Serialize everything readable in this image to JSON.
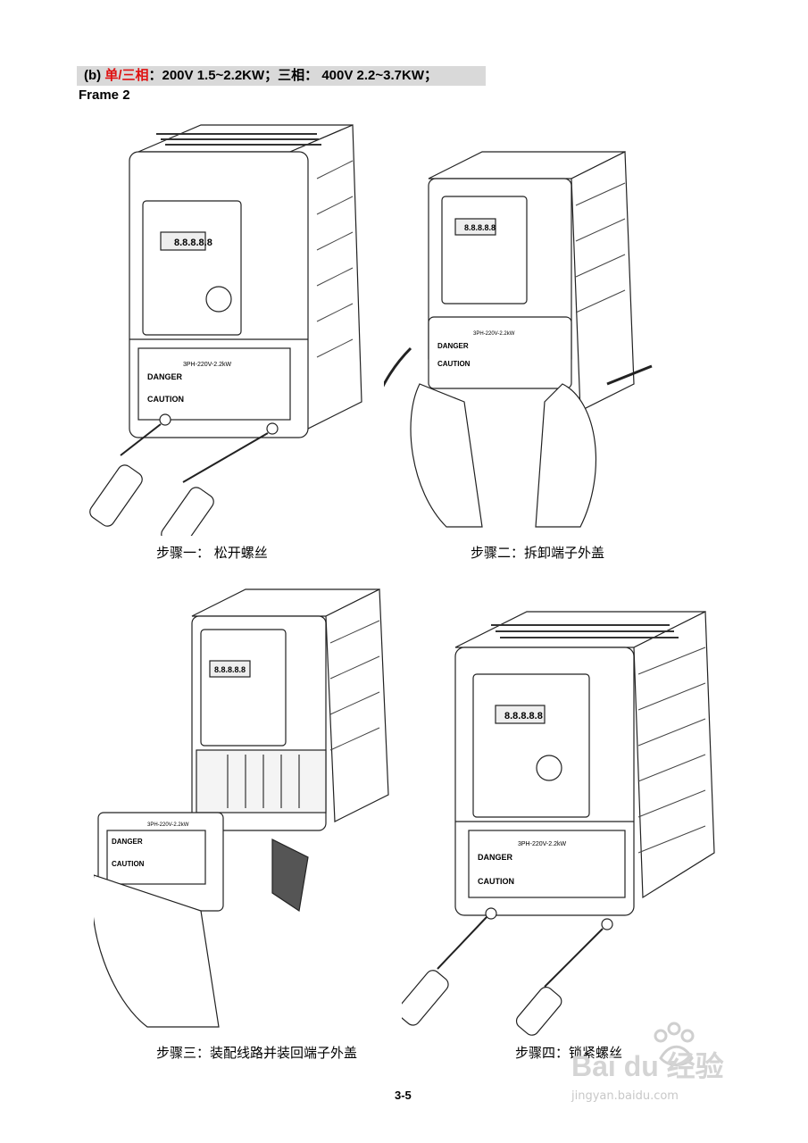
{
  "heading": {
    "prefix": "(b) ",
    "phase_red": "单/三相",
    "rest": "：200V 1.5~2.2KW；三相：  400V 2.2~3.7KW；"
  },
  "frame_label": "Frame 2",
  "figures": [
    {
      "caption": "步骤一：  松开螺丝",
      "model_label": "3PH-220V-2.2kW"
    },
    {
      "caption": "步骤二：拆卸端子外盖",
      "model_label": "3PH-220V-2.2kW"
    },
    {
      "caption": "步骤三：装配线路并装回端子外盖",
      "model_label": "3PH-220V-2.2kW"
    },
    {
      "caption": "步骤四：锁紧螺丝",
      "model_label": "3PH-220V-2.2kW"
    }
  ],
  "labels": {
    "danger": "DANGER",
    "caution": "CAUTION",
    "display": "8.8.8.8.8"
  },
  "page_number": "3-5",
  "watermark": {
    "logo": "Bai du 经验",
    "url": "jingyan.baidu.com"
  }
}
